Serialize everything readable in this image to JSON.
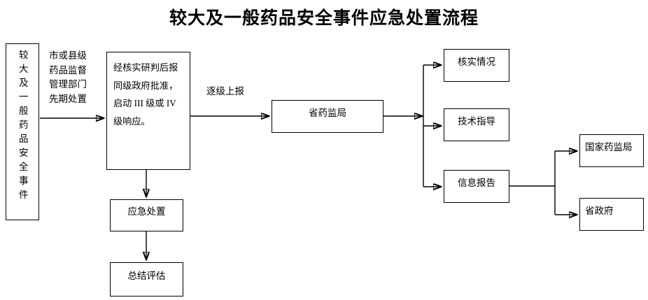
{
  "title": "较大及一般药品安全事件应急处置流程",
  "nodes": {
    "incident": "较大及一般药品安全事件",
    "main_process": "经核实研判后报同级政府批准，启动 III 级或 IV 级响应。",
    "disposal": "应急处置",
    "summary": "总结评估",
    "provincial_drug_admin": "省药监局",
    "verify": "核实情况",
    "technical_guidance": "技术指导",
    "information_report": "信息报告",
    "national_drug_admin": "国家药监局",
    "provincial_government": "省政府"
  },
  "edge_labels": {
    "city_county": "市或县级\n药品监督\n管理部门\n先期处置",
    "escalate": "逐级上报"
  },
  "colors": {
    "stroke": "#000000",
    "background": "#ffffff",
    "text": "#000000"
  }
}
